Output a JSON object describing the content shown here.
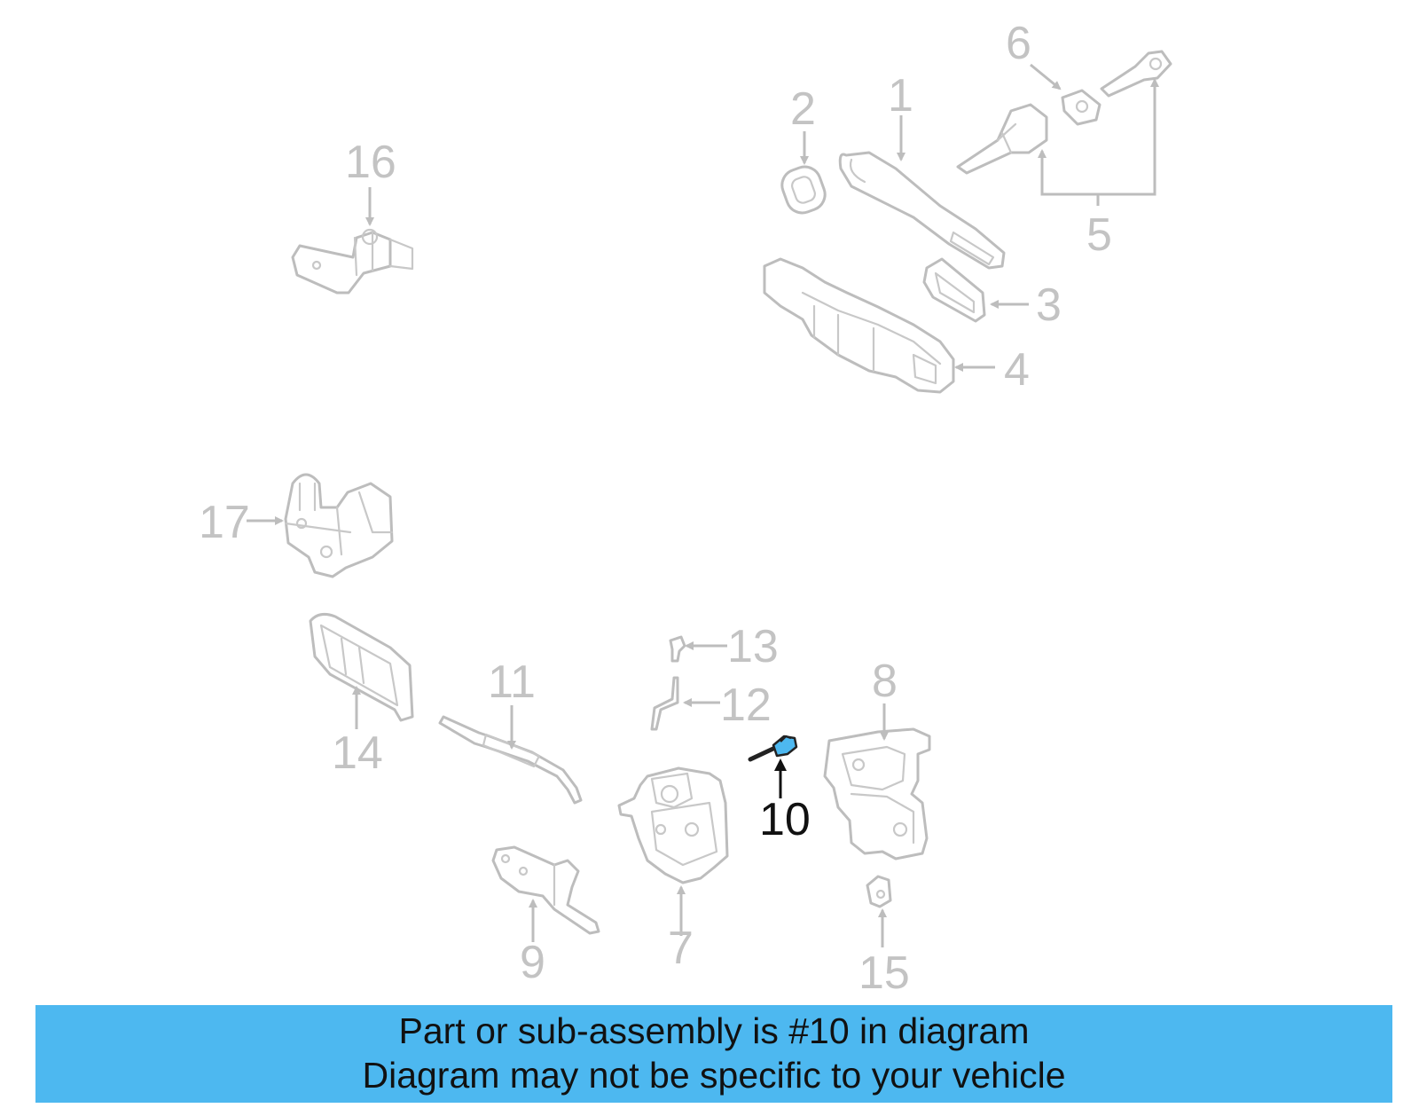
{
  "diagram": {
    "callouts": [
      "1",
      "2",
      "3",
      "4",
      "5",
      "6",
      "7",
      "8",
      "9",
      "10",
      "11",
      "12",
      "13",
      "14",
      "15",
      "16",
      "17"
    ],
    "highlighted_callout": "10"
  },
  "banner": {
    "line1": "Part or sub-assembly is #10 in diagram",
    "line2": "Diagram may not be specific to your vehicle"
  },
  "colors": {
    "banner_background": "#4db8f0",
    "highlight_part": "#4db8f0",
    "inactive_outline": "#bdbdbd",
    "active_callout": "#111111"
  }
}
